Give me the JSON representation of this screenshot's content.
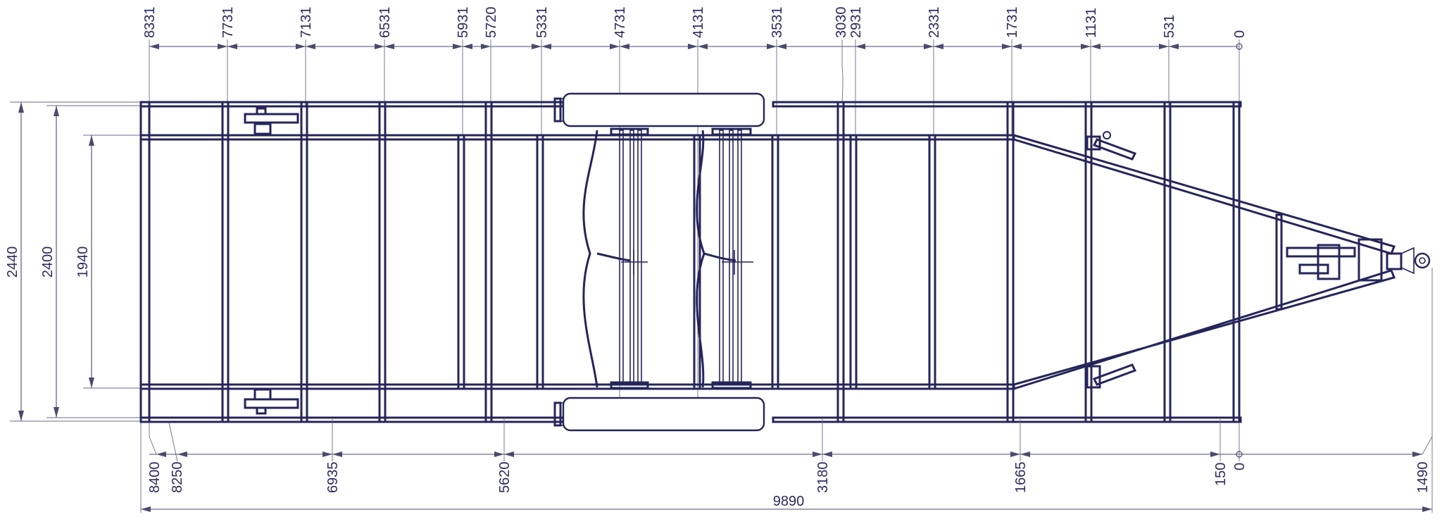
{
  "top_dims": [
    "8331",
    "7731",
    "7131",
    "6531",
    "5931",
    "5720",
    "5331",
    "4731",
    "4131",
    "3531",
    "3030",
    "2931",
    "2331",
    "1731",
    "1131",
    "531",
    "0"
  ],
  "bottom_dims": [
    "8400",
    "8250",
    "6935",
    "5620",
    "3180",
    "1665",
    "150",
    "0",
    "1490"
  ],
  "left_dims": [
    "2440",
    "2400",
    "1940"
  ],
  "overall": "9890",
  "colors": {
    "line": "#25255a",
    "text": "#2b2b5e"
  }
}
